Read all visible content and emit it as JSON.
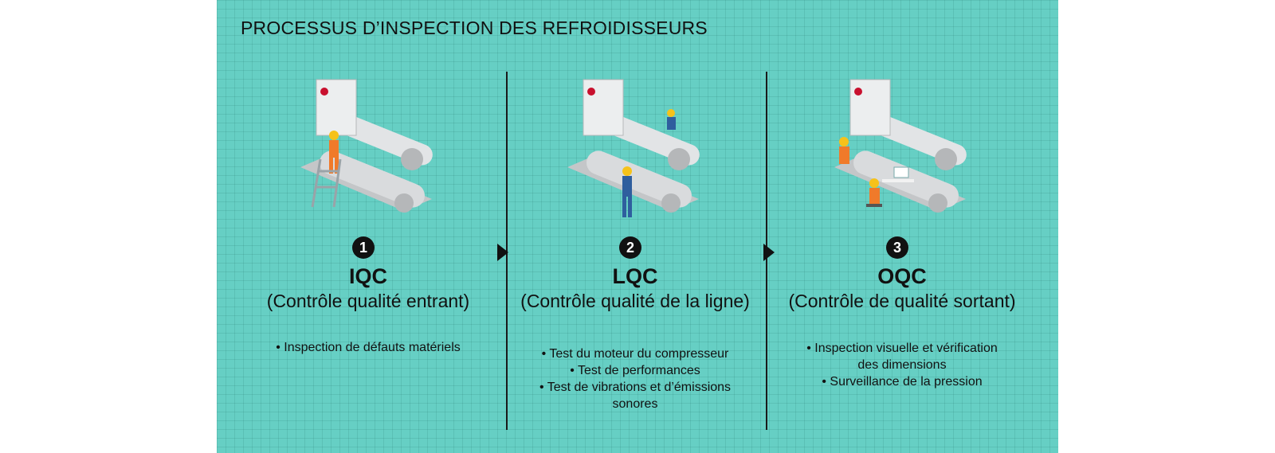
{
  "title": "PROCESSUS D’INSPECTION DES REFROIDISSEURS",
  "colors": {
    "background": "#66cfc4",
    "chiller_body": "#d9dbdd",
    "worker_orange": "#f07a2a",
    "worker_blue": "#2f5e9e",
    "helmet": "#f6c21a"
  },
  "steps": [
    {
      "number": "1",
      "abbr": "IQC",
      "full": "(Contrôle qualité entrant)",
      "bullets": [
        "• Inspection de défauts matériels"
      ]
    },
    {
      "number": "2",
      "abbr": "LQC",
      "full": "(Contrôle qualité de la ligne)",
      "bullets": [
        "• Test du moteur du compresseur",
        "• Test de performances",
        "• Test de vibrations et d’émissions",
        "sonores"
      ]
    },
    {
      "number": "3",
      "abbr": "OQC",
      "full": "(Contrôle de qualité sortant)",
      "bullets": [
        "• Inspection visuelle et vérification",
        "des dimensions",
        "• Surveillance de la pression"
      ]
    }
  ]
}
